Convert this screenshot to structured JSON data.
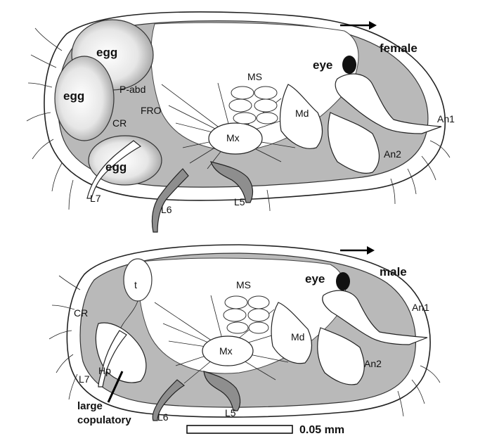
{
  "female": {
    "sex_label": "female",
    "labels": {
      "egg_top": "egg",
      "egg_left": "egg",
      "egg_bottom": "egg",
      "eye": "eye",
      "p_abd": "P-abd",
      "fro": "FRO",
      "cr": "CR",
      "ms": "MS",
      "md": "Md",
      "mx": "Mx",
      "an1": "An1",
      "an2": "An2",
      "l5": "L5",
      "l6": "L6",
      "l7": "L7"
    }
  },
  "male": {
    "sex_label": "male",
    "labels": {
      "t": "t",
      "eye": "eye",
      "cr": "CR",
      "ms": "MS",
      "md": "Md",
      "mx": "Mx",
      "an1": "An1",
      "an2": "An2",
      "hp": "Hp",
      "l5": "L5",
      "l6": "L6",
      "l7": "L7"
    },
    "callout_line1": "large",
    "callout_line2": "copulatory"
  },
  "scale_bar": {
    "label": "0.05 mm"
  },
  "colors": {
    "shell_fill": "#b9b9b9",
    "limb_fill": "#8e8e8e",
    "eye_fill": "#111111"
  }
}
